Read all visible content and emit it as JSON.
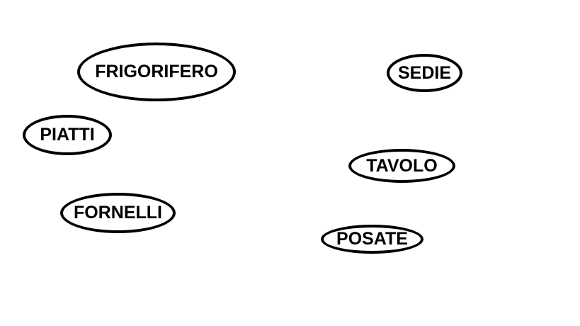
{
  "diagram": {
    "nodes": [
      {
        "id": "frigorifero",
        "label": "FRIGORIFERO"
      },
      {
        "id": "sedie",
        "label": "SEDIE"
      },
      {
        "id": "piatti",
        "label": "PIATTI"
      },
      {
        "id": "tavolo",
        "label": "TAVOLO"
      },
      {
        "id": "fornelli",
        "label": "FORNELLI"
      },
      {
        "id": "posate",
        "label": "POSATE"
      }
    ]
  },
  "colors": {
    "background": "#ffffff",
    "stroke": "#000000",
    "text": "#000000"
  }
}
